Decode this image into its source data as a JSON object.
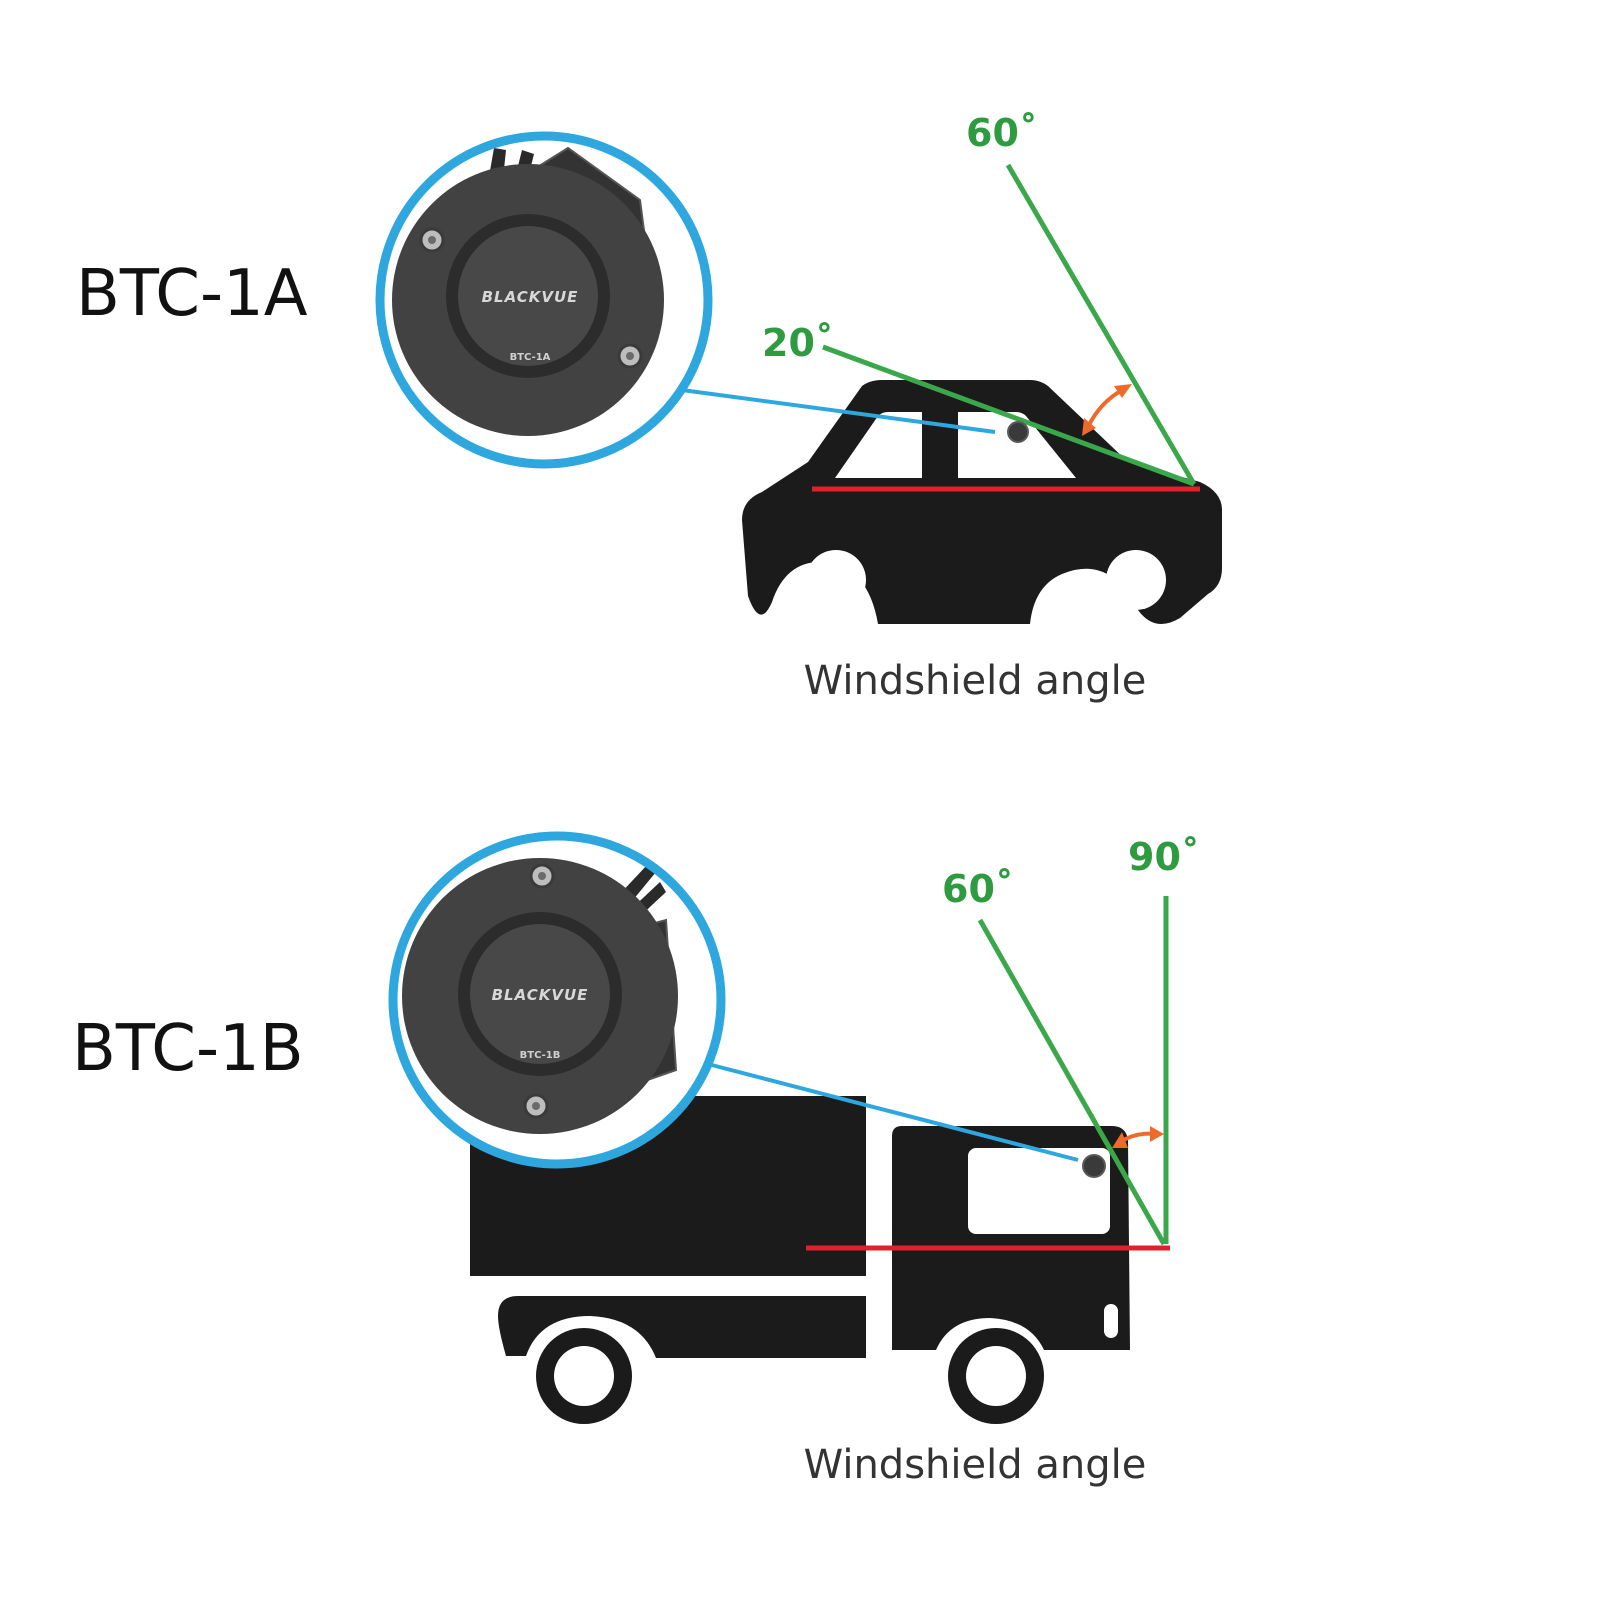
{
  "colors": {
    "zoom_ring": "#2ea7df",
    "angle_line": "#3aa84a",
    "angle_label": "#2f9b41",
    "windshield_base": "#e0202a",
    "range_arrow": "#ee6a2a",
    "vehicle": "#1b1b1b",
    "device": "#424242"
  },
  "icons": {
    "device_1a": "blackvue-btc-1a-mount",
    "device_1b": "blackvue-btc-1b-mount",
    "vehicle_1a": "car-silhouette",
    "vehicle_1b": "truck-silhouette"
  },
  "sections": [
    {
      "model": "BTC-1A",
      "device_brand": "BLACKVUE",
      "device_model": "BTC-1A",
      "angle_min": "20˚",
      "angle_max": "60˚",
      "caption": "Windshield angle"
    },
    {
      "model": "BTC-1B",
      "device_brand": "BLACKVUE",
      "device_model": "BTC-1B",
      "angle_min": "60˚",
      "angle_max": "90˚",
      "caption": "Windshield angle"
    }
  ]
}
